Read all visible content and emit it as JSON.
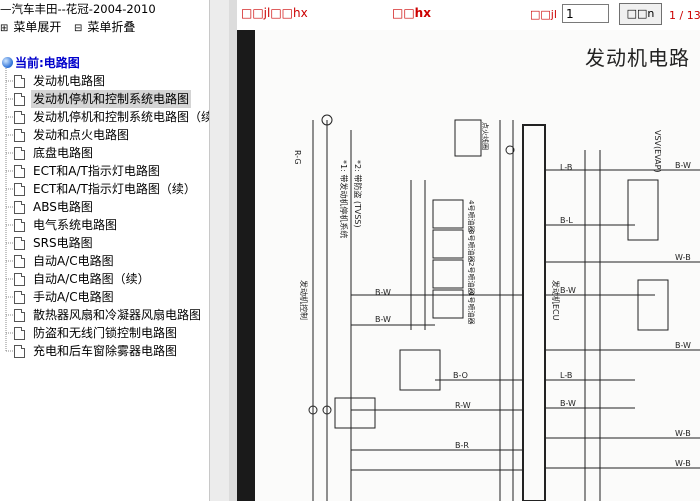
{
  "app": {
    "title": "—汽车丰田--花冠-2004-2010"
  },
  "menu": {
    "expand_label": "菜单展开",
    "collapse_label": "菜单折叠",
    "expand_icon": "⊞",
    "collapse_icon": "⊟"
  },
  "tree": {
    "root_label": "当前:电路图",
    "items": [
      {
        "label": "发动机电路图"
      },
      {
        "label": "发动机停机和控制系统电路图"
      },
      {
        "label": "发动机停机和控制系统电路图（续"
      },
      {
        "label": "发动和点火电路图"
      },
      {
        "label": "底盘电路图"
      },
      {
        "label": "ECT和A/T指示灯电路图"
      },
      {
        "label": "ECT和A/T指示灯电路图（续）"
      },
      {
        "label": "ABS电路图"
      },
      {
        "label": "电气系统电路图"
      },
      {
        "label": "SRS电路图"
      },
      {
        "label": "自动A/C电路图"
      },
      {
        "label": "自动A/C电路图（续）"
      },
      {
        "label": "手动A/C电路图"
      },
      {
        "label": "散热器风扇和冷凝器风扇电路图"
      },
      {
        "label": "防盗和无线门锁控制电路图"
      },
      {
        "label": "充电和后车窗除雾器电路图"
      }
    ],
    "selected_index": 1
  },
  "viewer": {
    "toolbar_left": "□□jl□□hx",
    "toolbar_center": "□□hx",
    "page_label": "□□jl",
    "page_value": "1",
    "go_label": "□□n",
    "page_count": "1 / 13",
    "page_title": "发动机电路",
    "diagram_labels": {
      "col_a": "发动机控制",
      "note1": "*1: 带发动机停机系统",
      "note2": "*2: 带防盗 (TVSS)",
      "inj": [
        "1号喷油器",
        "2号喷油器",
        "3号喷油器",
        "4号喷油器"
      ],
      "ecu": "发动机ECU",
      "vsv": "VSV(EVAP)",
      "igniter": "点火线圈"
    }
  }
}
